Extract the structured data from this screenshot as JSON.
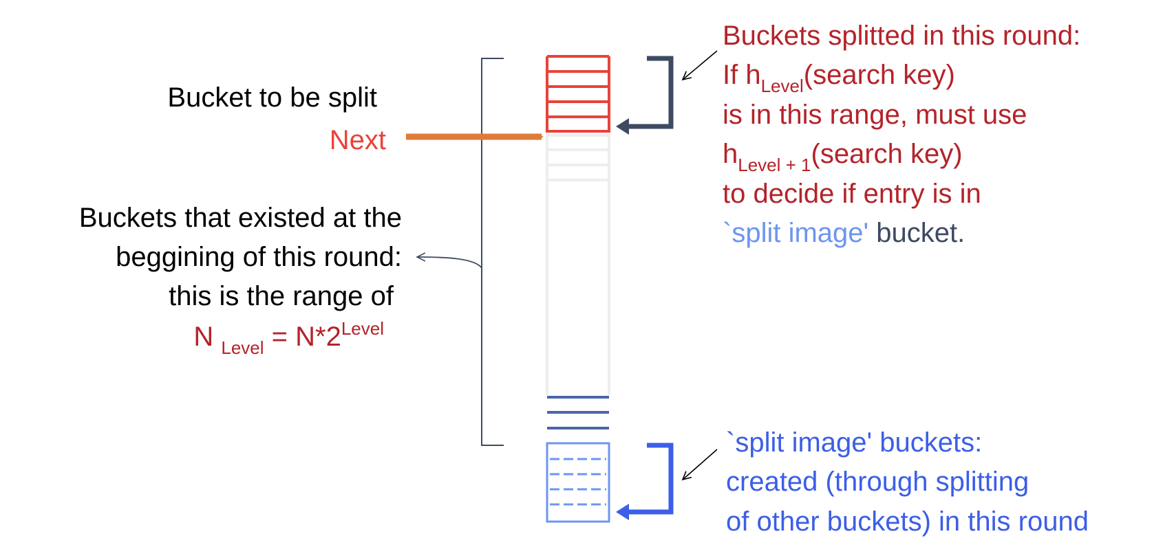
{
  "left": {
    "bucket_to_split": "Bucket to be split",
    "next": "Next",
    "existed": [
      "Buckets that existed at the",
      "beggining of this round:",
      "this is the range of"
    ],
    "nlevel": {
      "base": "N",
      "sub": "Level",
      "eq": " = N*2",
      "sup": "Level"
    }
  },
  "right_top": {
    "line1": "Buckets splitted in this round:",
    "line2": {
      "pre": "If h",
      "sub": "Level",
      "post": "(search key)"
    },
    "line3": "is in this range, must use",
    "line4": {
      "pre": "h",
      "sub": "Level + 1",
      "post": "(search key)"
    },
    "line5": "to decide if entry is in",
    "line6": {
      "a": "`split image'",
      "b": " bucket."
    }
  },
  "right_bottom": {
    "line1": "`split image' buckets:",
    "line2": "created (through splitting",
    "line3": "of other buckets) in this round"
  },
  "colors": {
    "split_red": "#e8433a",
    "text_red": "#b4232a",
    "arrow_orange": "#e07b39",
    "bracket_slate": "#3e4a61",
    "split_image_blue": "#3c5ee8",
    "split_image_light": "#6d95f0",
    "old_bucket_gray": "#eeeeee"
  }
}
